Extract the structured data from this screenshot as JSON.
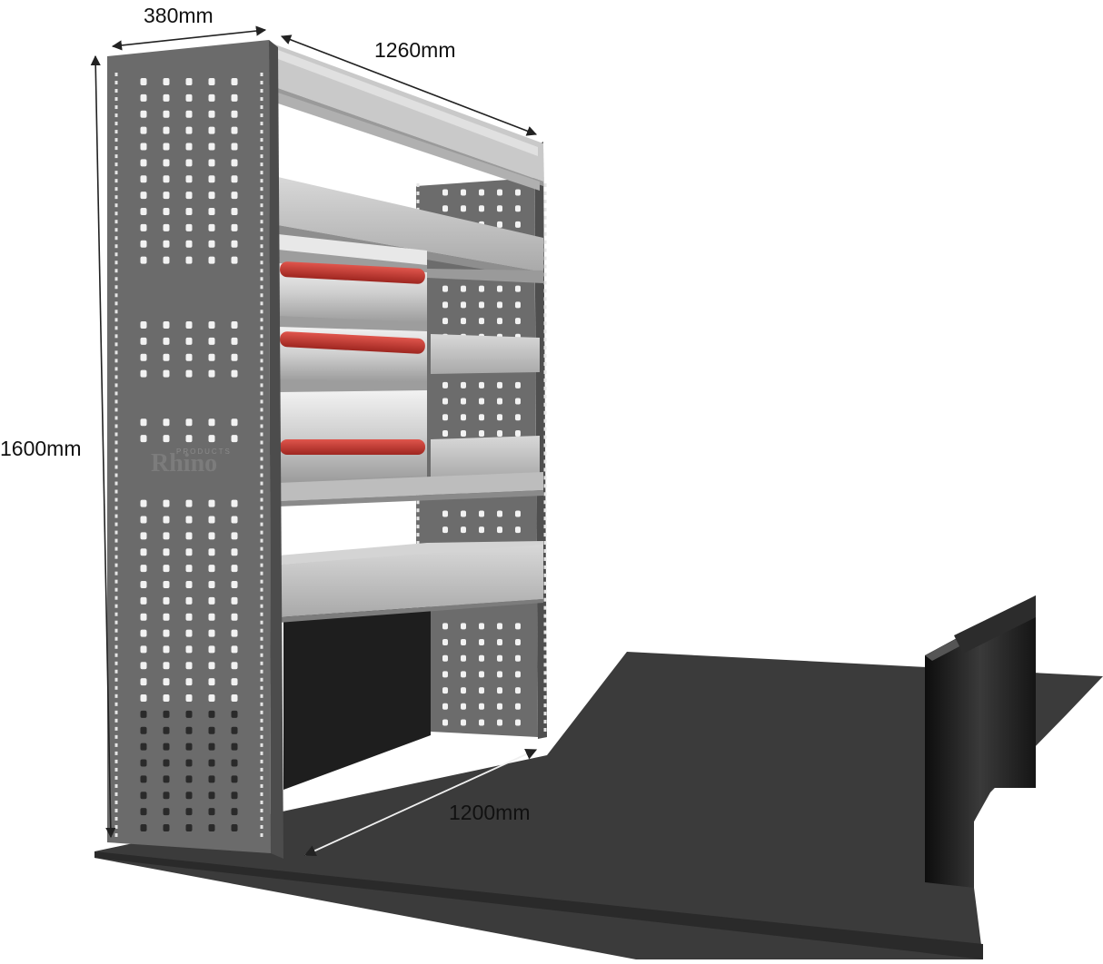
{
  "dimensions": {
    "depth": "380mm",
    "top_width": "1260mm",
    "height": "1600mm",
    "bottom_width": "1200mm"
  },
  "brand_logo": {
    "small_text": "PRODUCTS",
    "large_text": "Rhino"
  },
  "colors": {
    "panel": "#6a6a6a",
    "panel_edge": "#4e4e4e",
    "shelf_metal": "#b9b9b9",
    "shelf_light": "#d6d6d6",
    "red_bar": "#c4332b",
    "floor": "#3b3b3b",
    "bulkhead": "#1c1c1c",
    "dimension_line": "#222222"
  }
}
